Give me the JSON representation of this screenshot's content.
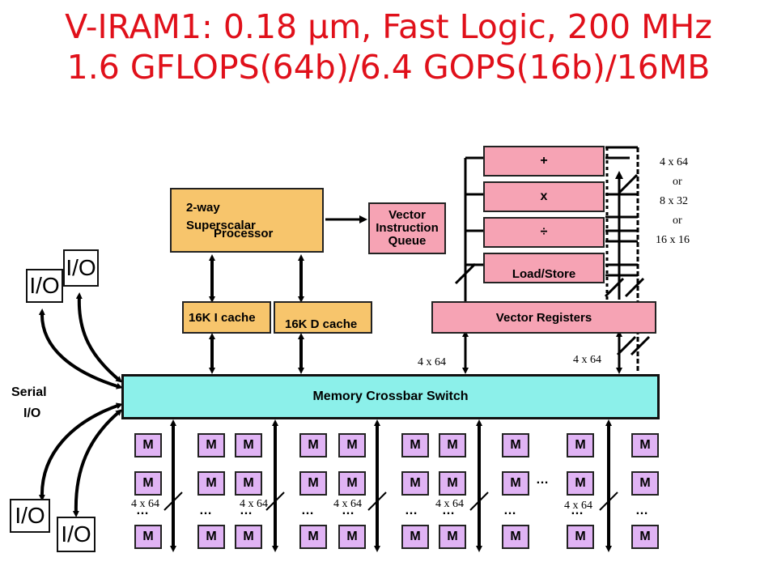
{
  "title": {
    "line1": "V-IRAM1: 0.18 µm, Fast Logic, 200 MHz",
    "line2": "1.6 GFLOPS(64b)/6.4 GOPS(16b)/16MB"
  },
  "blocks": {
    "processor_line1": "2-way",
    "processor_line2": "Superscalar",
    "processor_line3": "Processor",
    "vector_queue_line1": "Vector",
    "vector_queue_line2": "Instruction",
    "vector_queue_line3": "Queue",
    "icache": "16K  I cache",
    "dcache": "16K D cache",
    "vector_registers": "Vector Registers",
    "crossbar": "Memory Crossbar Switch"
  },
  "units": [
    "+",
    "x",
    "÷",
    "Load/Store"
  ],
  "width_labels": {
    "right_line1": "4 x 64",
    "right_line2": "or",
    "right_line3": "8 x 32",
    "right_line4": "or",
    "right_line5": "16 x 16",
    "vreg_left": "4 x 64",
    "vreg_right": "4 x 64",
    "bank1": "4 x 64",
    "bank2": "4 x 64",
    "bank3": "4 x 64",
    "bank4": "4 x 64",
    "bank5": "4 x 64"
  },
  "io": {
    "label": "I/O",
    "serial_line1": "Serial",
    "serial_line2": "I/O"
  },
  "memory": {
    "cell": "M",
    "ellipsis": "…"
  }
}
